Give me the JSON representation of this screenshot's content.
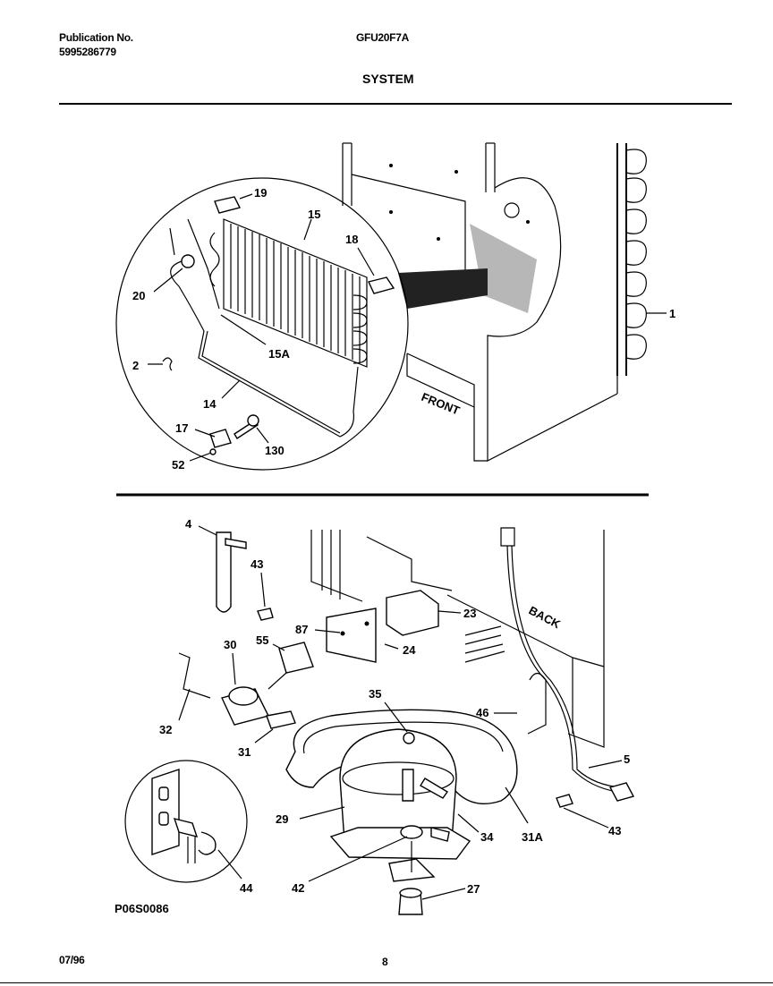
{
  "header": {
    "publication_label": "Publication No.",
    "publication_number": "5995286779",
    "model": "GFU20F7A",
    "section_title": "SYSTEM"
  },
  "footer": {
    "date": "07/96",
    "page_number": "8"
  },
  "figure_code": "P06S0086",
  "cabinet_labels": {
    "front": "FRONT",
    "back": "BACK"
  },
  "callouts": {
    "c1": "1",
    "c2": "2",
    "c4": "4",
    "c5": "5",
    "c14": "14",
    "c15": "15",
    "c15a": "15A",
    "c17": "17",
    "c18": "18",
    "c19": "19",
    "c20": "20",
    "c23": "23",
    "c24": "24",
    "c27": "27",
    "c29": "29",
    "c30": "30",
    "c31": "31",
    "c31a": "31A",
    "c32": "32",
    "c34": "34",
    "c35": "35",
    "c42": "42",
    "c43a": "43",
    "c43b": "43",
    "c44": "44",
    "c46": "46",
    "c52": "52",
    "c55": "55",
    "c87": "87",
    "c130": "130"
  }
}
